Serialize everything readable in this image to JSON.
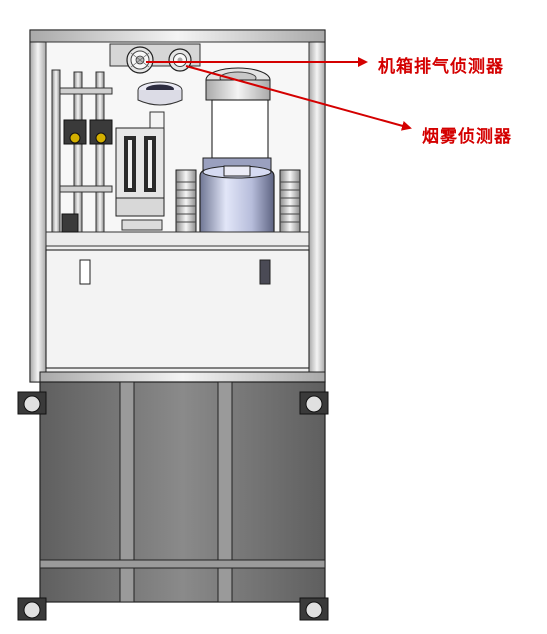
{
  "annotations": [
    {
      "id": "exhaust",
      "label": "机箱排气侦测器",
      "target_part": "chassis-exhaust-detector",
      "color": "#d40000"
    },
    {
      "id": "smoke",
      "label": "烟雾侦测器",
      "target_part": "smoke-detector",
      "color": "#d40000"
    }
  ],
  "colors": {
    "annotation": "#d40000",
    "frame": "#c8c8c8",
    "panel": "#f3f3f3",
    "cabinet": "#7d7d7d",
    "motor": "#b9bfe0",
    "outline": "#222222"
  },
  "icons": [
    "arrow-right-icon",
    "caster-wheel-icon",
    "door-handle-icon"
  ]
}
